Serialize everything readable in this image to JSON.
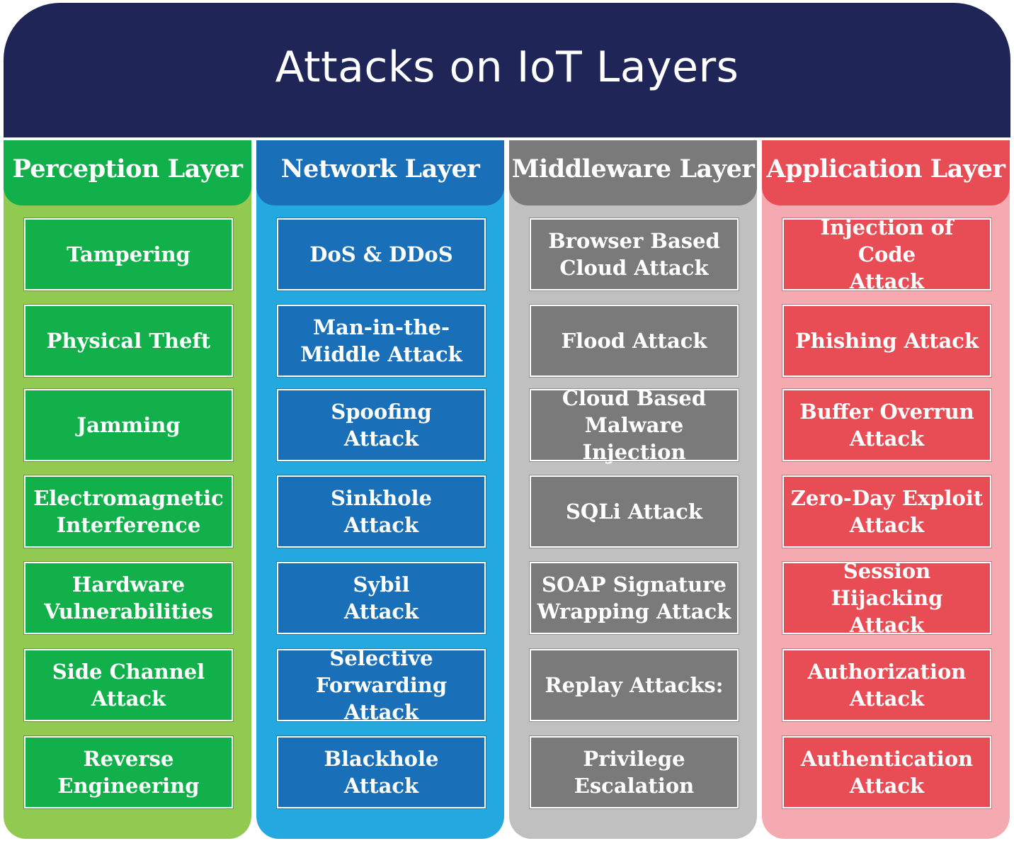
{
  "title": "Attacks on IoT Layers",
  "colors": {
    "banner": "#1f2556",
    "perception_header": "#12b04b",
    "perception_body": "#92c950",
    "perception_box": "#12b04b",
    "network_header": "#1a70b8",
    "network_body": "#24a8e0",
    "network_box": "#1a70b8",
    "middleware_header": "#7a7a7a",
    "middleware_body": "#c0c0c0",
    "middleware_box": "#7a7a7a",
    "application_header": "#e84c55",
    "application_body": "#f4aab0",
    "application_box": "#e84c55"
  },
  "layers": [
    {
      "name": "Perception Layer",
      "attacks": [
        "Tampering",
        "Physical Theft",
        "Jamming",
        "Electromagnetic\nInterference",
        "Hardware\nVulnerabilities",
        "Side Channel\nAttack",
        "Reverse\nEngineering"
      ]
    },
    {
      "name": "Network Layer",
      "attacks": [
        "DoS & DDoS",
        "Man-in-the-\nMiddle Attack",
        "Spoofing\nAttack",
        "Sinkhole\nAttack",
        "Sybil\nAttack",
        "Selective\nForwarding Attack",
        "Blackhole\nAttack"
      ]
    },
    {
      "name": "Middleware Layer",
      "attacks": [
        "Browser Based\nCloud Attack",
        "Flood Attack",
        "Cloud Based\nMalware Injection",
        "SQLi Attack",
        "SOAP Signature\nWrapping Attack",
        "Replay Attacks:",
        "Privilege\nEscalation"
      ]
    },
    {
      "name": "Application Layer",
      "attacks": [
        "Injection of Code\nAttack",
        "Phishing Attack",
        "Buffer Overrun\nAttack",
        "Zero-Day Exploit\nAttack",
        "Session Hijacking\nAttack",
        "Authorization\nAttack",
        "Authentication\nAttack"
      ]
    }
  ]
}
